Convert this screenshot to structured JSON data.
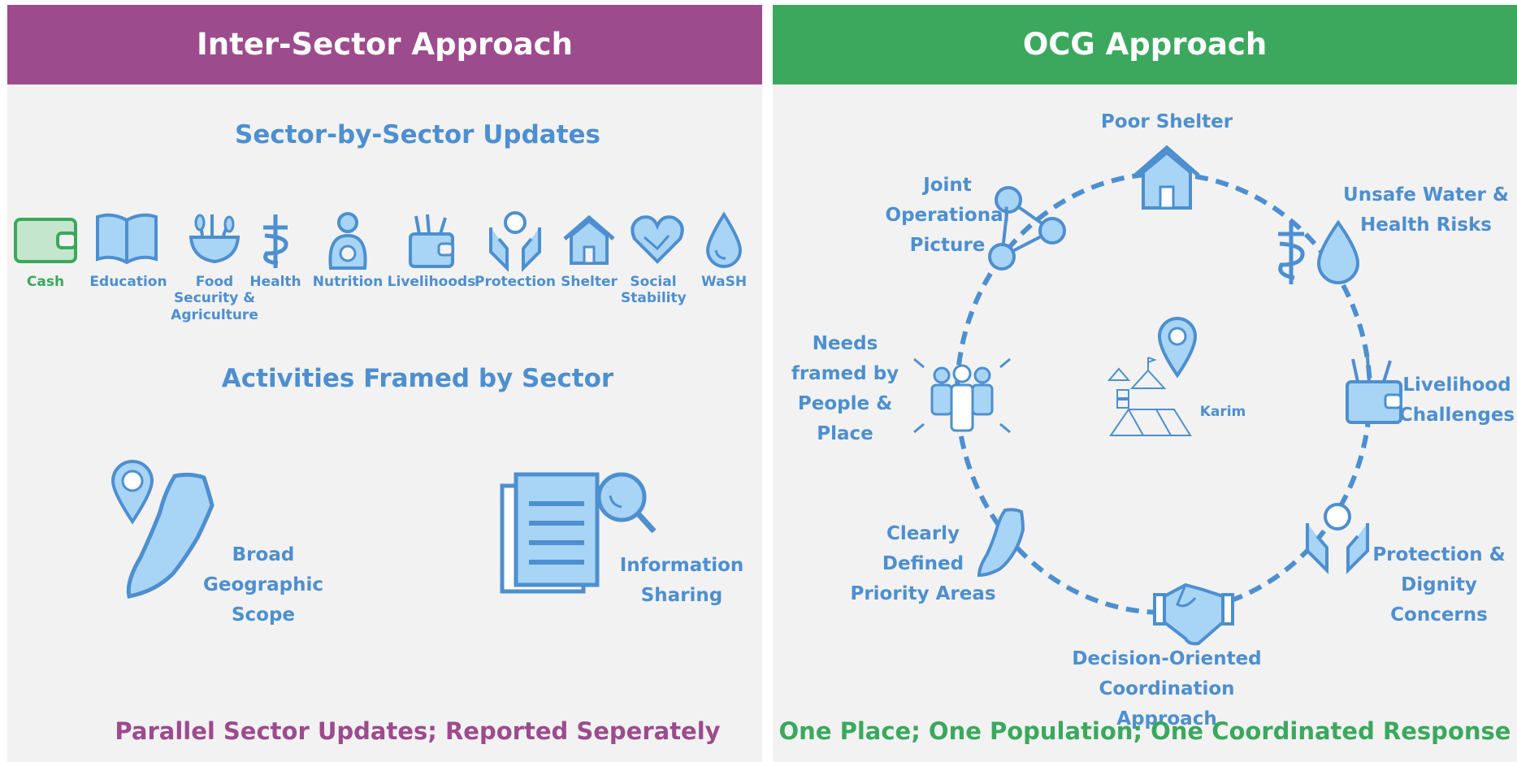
{
  "left": {
    "title": "Inter-Sector Approach",
    "subtitle1": "Sector-by-Sector Updates",
    "sectors": [
      "Cash",
      "Education",
      "Food Security & Agriculture",
      "Health",
      "Nutrition",
      "Livelihoods",
      "Protection",
      "Shelter",
      "Social Stability",
      "WaSH"
    ],
    "subtitle2": "Activities Framed by Sector",
    "geo_label": "Broad Geographic Scope",
    "info_label": "Information Sharing",
    "footer": "Parallel Sector Updates; Reported Seperately"
  },
  "right": {
    "title": "OCG Approach",
    "center_label": "Karim",
    "nodes": {
      "poor_shelter": "Poor Shelter",
      "unsafe_water": "Unsafe Water & Health Risks",
      "livelihood": "Livelihood Challenges",
      "protection": "Protection & Dignity Concerns",
      "decision": "Decision-Oriented Coordination Approach",
      "priority_areas": "Clearly Defined Priority Areas",
      "needs": "Needs framed by People & Place",
      "joint": "Joint Operational Picture"
    },
    "footer": "One Place; One Population; One Coordinated Response"
  },
  "colors": {
    "purple": "#9c4b8d",
    "green": "#3ba85e",
    "blue": "#4d8fd0",
    "light_blue": "#a8d4f5",
    "cash_green": "#3ba85e"
  }
}
